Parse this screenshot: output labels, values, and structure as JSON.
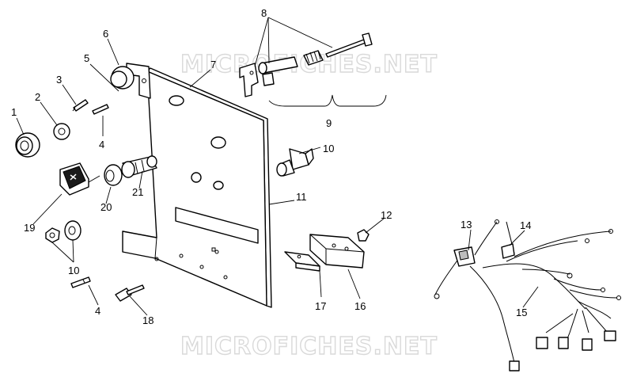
{
  "watermark": "MICROFICHES.NET",
  "callouts": {
    "c1": "1",
    "c2": "2",
    "c3": "3",
    "c4a": "4",
    "c4b": "4",
    "c5": "5",
    "c6": "6",
    "c7": "7",
    "c8": "8",
    "c9": "9",
    "c10a": "10",
    "c10b": "10",
    "c11": "11",
    "c12": "12",
    "c13": "13",
    "c14": "14",
    "c15": "15",
    "c16": "16",
    "c17": "17",
    "c18": "18",
    "c19": "19",
    "c20": "20",
    "c21": "21"
  }
}
